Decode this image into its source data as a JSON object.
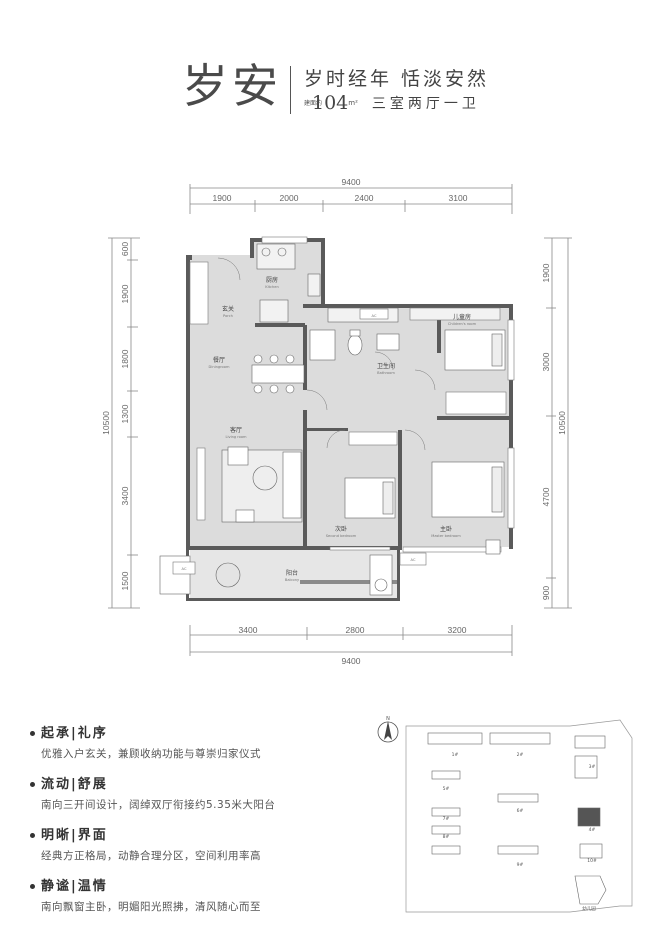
{
  "header": {
    "title": "岁安",
    "slogan": "岁时经年 恬淡安然",
    "area_label": "建面约",
    "area_value": "104",
    "area_unit": "m²",
    "layout_type": "三室两厅一卫"
  },
  "dimensions": {
    "top_total": "9400",
    "top_segments": [
      "1900",
      "2000",
      "2400",
      "3100"
    ],
    "bottom_segments": [
      "3400",
      "2800",
      "3200"
    ],
    "bottom_total": "9400",
    "left_total": "10500",
    "left_segments": [
      "600",
      "1900",
      "1800",
      "1300",
      "3400",
      "1500"
    ],
    "right_total": "10500",
    "right_segments": [
      "1900",
      "3000",
      "4700",
      "900"
    ]
  },
  "rooms": {
    "kitchen": {
      "cn": "厨房",
      "en": "Kitchen"
    },
    "porch": {
      "cn": "玄关",
      "en": "Porch"
    },
    "dining": {
      "cn": "餐厅",
      "en": "Diningroom"
    },
    "living": {
      "cn": "客厅",
      "en": "Living room"
    },
    "children": {
      "cn": "儿童房",
      "en": "Children's room"
    },
    "bathroom": {
      "cn": "卫生间",
      "en": "Bathroom"
    },
    "second": {
      "cn": "次卧",
      "en": "Second bedroom"
    },
    "master": {
      "cn": "主卧",
      "en": "Master bedroom"
    },
    "balcony": {
      "cn": "阳台",
      "en": "Balcony"
    },
    "ac_label": "AC"
  },
  "features": [
    {
      "title": "起承|礼序",
      "desc": "优雅入户玄关，兼顾收纳功能与尊崇归家仪式"
    },
    {
      "title": "流动|舒展",
      "desc": "南向三开间设计，阔绰双厅衔接约5.35米大阳台"
    },
    {
      "title": "明晰|界面",
      "desc": "经典方正格局，动静合理分区，空间利用率高"
    },
    {
      "title": "静谧|温情",
      "desc": "南向飘窗主卧，明媚阳光照拂，清风随心而至"
    }
  ],
  "site_plan": {
    "buildings": [
      "1#",
      "2#",
      "3#",
      "5#",
      "6#",
      "7#",
      "8#",
      "9#",
      "10#",
      "4#"
    ],
    "kindergarten": "幼儿园",
    "compass": "N"
  },
  "colors": {
    "wall": "#5a5a5a",
    "floor": "#dcdcdc",
    "text": "#444444"
  }
}
